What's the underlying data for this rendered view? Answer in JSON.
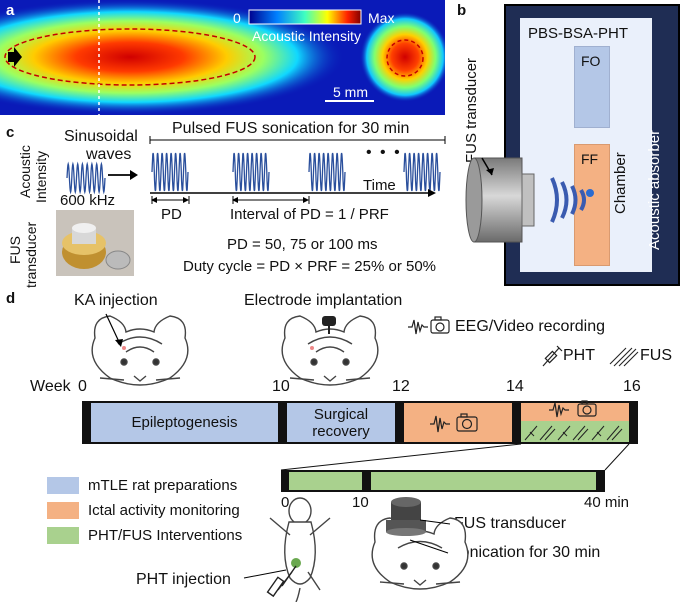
{
  "panel_a": {
    "letter": "a",
    "colorbar_min": "0",
    "colorbar_max": "Max",
    "colorbar_label": "Acoustic Intensity",
    "scalebar": "5 mm"
  },
  "panel_b": {
    "letter": "b",
    "title": "PBS-BSA-PHT",
    "fo": "FO",
    "ff": "FF",
    "transducer": "FUS transducer",
    "chamber": "Chamber",
    "absorber": "Acoustic absorber"
  },
  "panel_c": {
    "letter": "c",
    "sinusoidal": "Sinusoidal",
    "waves": "waves",
    "freq": "600 kHz",
    "acoustic": "Acoustic",
    "intensity": "Intensity",
    "pulsed": "Pulsed FUS sonication for 30 min",
    "dots": "• • •",
    "time": "Time",
    "pd": "PD",
    "interval": "Interval of PD = 1 / PRF",
    "fus": "FUS",
    "transducer": "transducer",
    "pd_values": "PD = 50, 75 or 100 ms",
    "duty": "Duty cycle = PD × PRF = 25% or 50%"
  },
  "panel_d": {
    "letter": "d",
    "ka": "KA injection",
    "electrode": "Electrode implantation",
    "eeg": "EEG/Video recording",
    "pht_legend": "PHT",
    "fus_legend": "FUS",
    "week": "Week",
    "ticks": [
      "0",
      "10",
      "12",
      "14",
      "16"
    ],
    "epilepto": "Epileptogenesis",
    "surgical": "Surgical",
    "recovery": "recovery",
    "legend": [
      {
        "label": "mTLE rat preparations",
        "color": "#b4c7e7"
      },
      {
        "label": "Ictal activity monitoring",
        "color": "#f4b183"
      },
      {
        "label": "PHT/FUS Interventions",
        "color": "#a9d18e"
      }
    ],
    "sub_ticks": [
      "0",
      "10",
      "40 min"
    ],
    "fus_transducer": "FUS transducer",
    "sonication": "Sonication for 30 min",
    "pht_injection": "PHT injection"
  }
}
